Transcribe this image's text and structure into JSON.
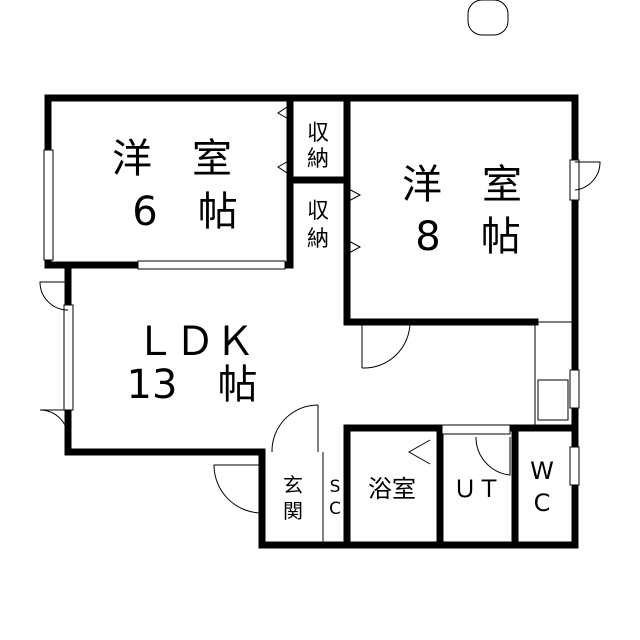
{
  "rooms": {
    "western6": {
      "name": "洋　室",
      "size": "6　帖"
    },
    "western8": {
      "name": "洋　室",
      "size": "8　帖"
    },
    "closet1": {
      "line1": "収",
      "line2": "納"
    },
    "closet2": {
      "line1": "収",
      "line2": "納"
    },
    "ldk": {
      "name": "ＬＤＫ",
      "size": "13　帖"
    },
    "entrance": {
      "line1": "玄",
      "line2": "関"
    },
    "shoe_closet": {
      "line1": "S",
      "line2": "C"
    },
    "bath": {
      "name": "浴室"
    },
    "utility": {
      "name": "ＵＴ"
    },
    "toilet": {
      "line1": "W",
      "line2": "C"
    }
  }
}
